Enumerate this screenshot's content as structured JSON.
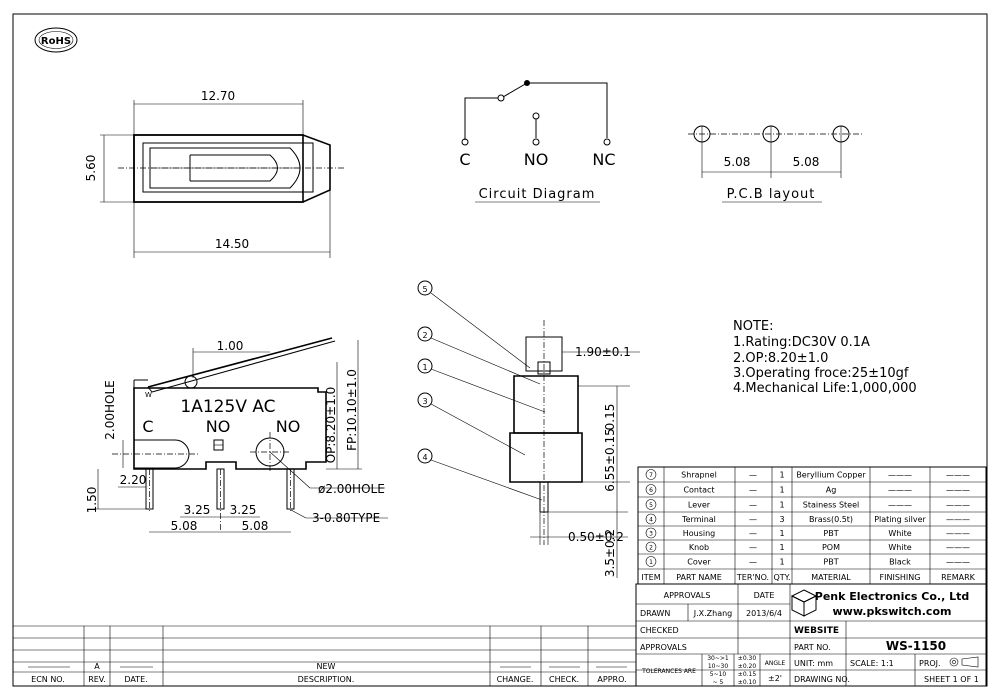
{
  "rohs": "RoHS",
  "top_view": {
    "width_top": "12.70",
    "height": "5.60",
    "width_bottom": "14.50"
  },
  "circuit": {
    "c": "C",
    "no": "NO",
    "nc": "NC",
    "title": "Circuit Diagram"
  },
  "pcb": {
    "pitch1": "5.08",
    "pitch2": "5.08",
    "title": "P.C.B layout"
  },
  "side_view": {
    "lever_offset": "1.00",
    "body_text": "1A125V AC",
    "c": "C",
    "no": "NO",
    "nc": "NO",
    "mark": "W",
    "hole_label": "2.00HOLE",
    "op": "OP:8.20±1.0",
    "fp": "FP:10.10±1.0",
    "hole_dia": "ø2.00HOLE",
    "d220": "2.20",
    "d150": "1.50",
    "d325a": "3.25",
    "d325b": "3.25",
    "d508a": "5.08",
    "d508b": "5.08",
    "pins": "3-0.80TYPE"
  },
  "front_view": {
    "c5": "5",
    "c2": "2",
    "c1": "1",
    "c3": "3",
    "c4": "4",
    "d190": "1.90±0.1",
    "d015": "0.15",
    "d655": "6.55±0.15",
    "d050": "0.50±0.2",
    "d35": "3.5±0.2"
  },
  "notes": {
    "title": "NOTE:",
    "lines": [
      "1.Rating:DC30V  0.1A",
      "2.OP:8.20±1.0",
      "3.Operating  froce:25±10gf",
      "4.Mechanical  Life:1,000,000"
    ]
  },
  "bom": {
    "rows": [
      {
        "item": "7",
        "name": "Shrapnel",
        "ter": "—",
        "qty": "1",
        "material": "Beryllium Copper",
        "finishing": "———",
        "remark": "———"
      },
      {
        "item": "6",
        "name": "Contact",
        "ter": "—",
        "qty": "1",
        "material": "Ag",
        "finishing": "———",
        "remark": "———"
      },
      {
        "item": "5",
        "name": "Lever",
        "ter": "—",
        "qty": "1",
        "material": "Stainess Steel",
        "finishing": "———",
        "remark": "———"
      },
      {
        "item": "4",
        "name": "Terminal",
        "ter": "—",
        "qty": "3",
        "material": "Brass(0.5t)",
        "finishing": "Plating silver",
        "remark": "———"
      },
      {
        "item": "3",
        "name": "Housing",
        "ter": "—",
        "qty": "1",
        "material": "PBT",
        "finishing": "White",
        "remark": "———"
      },
      {
        "item": "2",
        "name": "Knob",
        "ter": "—",
        "qty": "1",
        "material": "POM",
        "finishing": "White",
        "remark": "———"
      },
      {
        "item": "1",
        "name": "Cover",
        "ter": "—",
        "qty": "1",
        "material": "PBT",
        "finishing": "Black",
        "remark": "———"
      }
    ],
    "headers": {
      "item": "ITEM",
      "name": "PART NAME",
      "ter": "TER'NO.",
      "qty": "QTY.",
      "material": "MATERIAL",
      "finishing": "FINISHING",
      "remark": "REMARK"
    }
  },
  "title_block": {
    "approvals": "APPROVALS",
    "date": "DATE",
    "drawn": "DRAWN",
    "drawn_by": "J.X.Zhang",
    "drawn_date": "2013/6/4",
    "checked": "CHECKED",
    "approvals2": "APPROVALS",
    "company": "Penk Electronics Co., Ltd",
    "website_url": "www.pkswitch.com",
    "website": "WEBSITE",
    "part_no": "PART NO.",
    "part_value": "WS-1150",
    "tolerances": "TOLERANCES ARE",
    "tol_ranges": [
      "30~>1",
      "10~30",
      "5~10",
      "~ 5"
    ],
    "tol_values": [
      "±0.30",
      "±0.20",
      "±0.15",
      "±0.10"
    ],
    "angle": "ANGLE",
    "angle_val": "±2'",
    "unit": "UNIT:  mm",
    "scale": "SCALE:   1:1",
    "proj": "PROJ.",
    "drawing_no": "DRAWING NO.",
    "sheet": "SHEET   1  OF  1"
  },
  "revision": {
    "rev": "A",
    "new": "NEW",
    "headers": [
      "ECN NO.",
      "REV.",
      "DATE.",
      "DESCRIPTION.",
      "CHANGE.",
      "CHECK.",
      "APPRO."
    ]
  }
}
